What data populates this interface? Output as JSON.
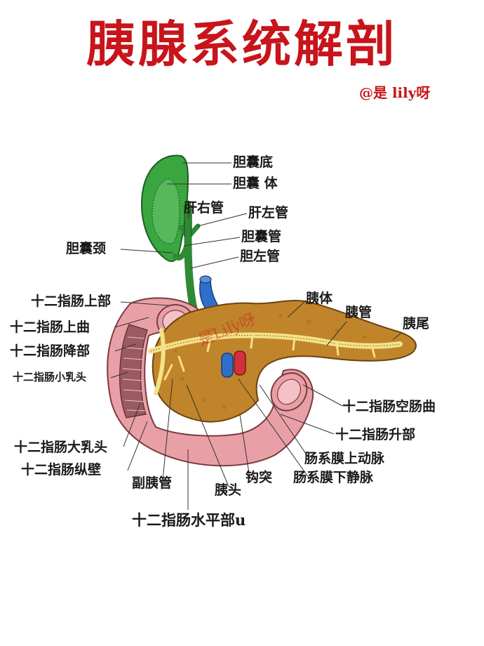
{
  "header": {
    "title": "胰腺系统解剖",
    "author": "@是 lily呀"
  },
  "watermark": "是Lily呀",
  "labels": {
    "gallbladder_fundus": "胆囊底",
    "gallbladder_body": "胆囊 体",
    "right_hepatic_duct": "肝右管",
    "left_hepatic_duct": "肝左管",
    "cystic_duct": "胆囊管",
    "bile_left_duct": "胆左管",
    "gallbladder_neck": "胆囊颈",
    "duodenum_superior": "十二指肠上部",
    "duodenum_superior_flexure": "十二指肠上曲",
    "duodenum_descending": "十二指肠降部",
    "minor_papilla": "十二指肠小乳头",
    "pancreas_body": "胰体",
    "pancreatic_duct": "胰管",
    "pancreas_tail": "胰尾",
    "duodenojejunal_flexure": "十二指肠空肠曲",
    "duodenum_ascending": "十二指肠升部",
    "superior_mesenteric_artery": "肠系膜上动脉",
    "superior_mesenteric_vein": "肠系膜下静脉",
    "major_papilla": "十二指肠大乳头",
    "duodenum_longitudinal_fold": "十二指肠纵壁",
    "accessory_pancreatic_duct": "副胰管",
    "uncinate_process": "钩突",
    "pancreas_head": "胰头",
    "duodenum_horizontal": "十二指肠水平部u"
  },
  "colors": {
    "title": "#c8141b",
    "gallbladder": "#3aa640",
    "pancreas": "#c0842a",
    "duodenum": "#e8a0a6",
    "duct": "#f3e28a",
    "vein": "#2f6fc9",
    "artery": "#d2313c"
  }
}
